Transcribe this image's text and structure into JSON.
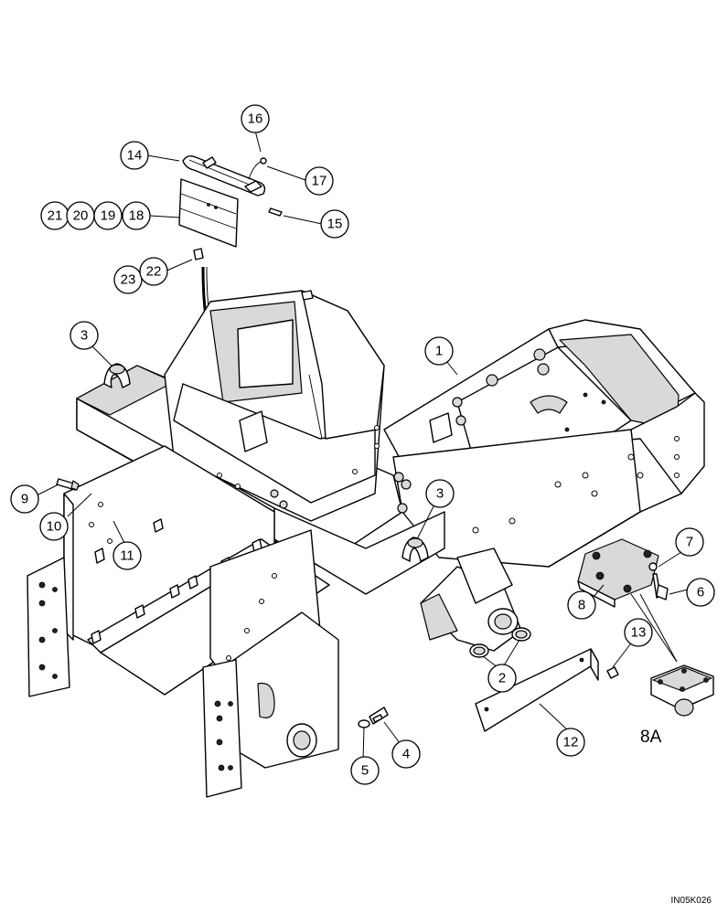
{
  "figure_id": "IN05K026",
  "callouts": [
    {
      "label": "16"
    },
    {
      "label": "14"
    },
    {
      "label": "17"
    },
    {
      "label": "21"
    },
    {
      "label": "20"
    },
    {
      "label": "19"
    },
    {
      "label": "18"
    },
    {
      "label": "15"
    },
    {
      "label": "23"
    },
    {
      "label": "22"
    },
    {
      "label": "3"
    },
    {
      "label": "1"
    },
    {
      "label": "9"
    },
    {
      "label": "10"
    },
    {
      "label": "11"
    },
    {
      "label": "3"
    },
    {
      "label": "7"
    },
    {
      "label": "6"
    },
    {
      "label": "8"
    },
    {
      "label": "13"
    },
    {
      "label": "2"
    },
    {
      "label": "12"
    },
    {
      "label": "5"
    },
    {
      "label": "4"
    }
  ],
  "variant_label": "8A"
}
